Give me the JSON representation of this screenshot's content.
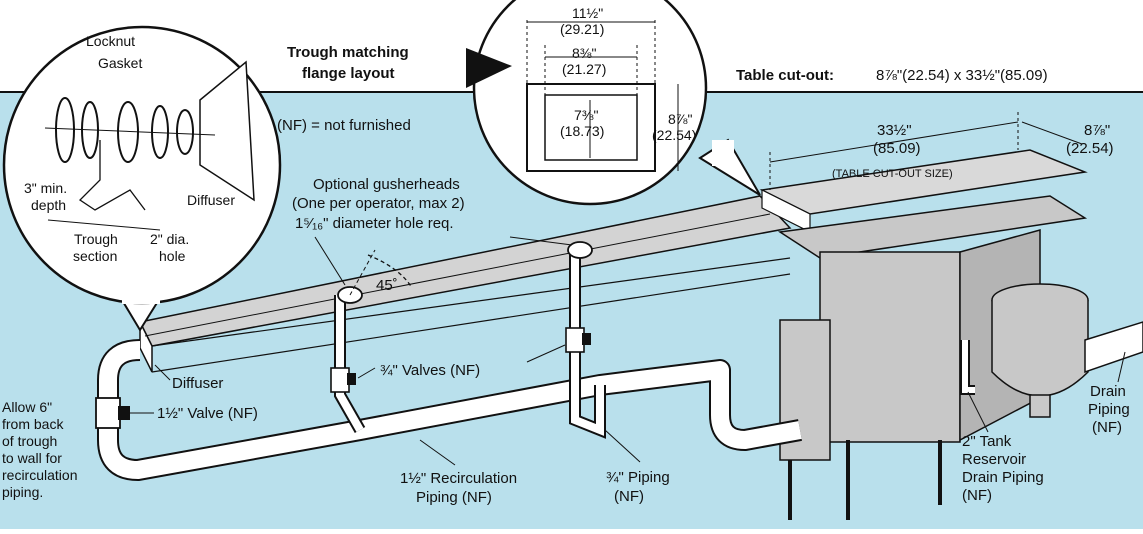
{
  "colors": {
    "water": "#b9e0ec",
    "trough_top": "#d3d3d3",
    "unit_gray": "#c8c8c8",
    "outline": "#111111",
    "paper": "#ffffff"
  },
  "header": {
    "trough_title_line1": "Trough matching",
    "trough_title_line2": "flange layout",
    "cutout_label": "Table cut-out:",
    "cutout_value": "8⅞\"(22.54) x 33½\"(85.09)"
  },
  "callout_left": {
    "locknut": "Locknut",
    "gasket": "Gasket",
    "min_depth_line1": "3\" min.",
    "min_depth_line2": "depth",
    "trough_section_line1": "Trough",
    "trough_section_line2": "section",
    "hole_line1": "2\" dia.",
    "hole_line2": "hole",
    "diffuser": "Diffuser"
  },
  "flange": {
    "top_dim": "11½\"",
    "top_dim_mm": "(29.21)",
    "inner_dim": "8⅜\"",
    "inner_dim_mm": "(21.27)",
    "height_dim": "7⅜\"",
    "height_dim_mm": "(18.73)",
    "side_dim": "8⅞\"",
    "side_dim_mm": "(22.54)"
  },
  "labels": {
    "nf_note": "(NF) = not furnished",
    "gusher_line1": "Optional gusherheads",
    "gusher_line2": "(One per operator, max 2)",
    "gusher_line3": "1⁵⁄₁₆\" diameter hole req.",
    "angle": "45˚",
    "length_dim": "33½\"",
    "length_dim_mm": "(85.09)",
    "width_dim": "8⅞\"",
    "width_dim_mm": "(22.54)",
    "table_cutout_size": "(TABLE CUT-OUT SIZE)",
    "diffuser": "Diffuser",
    "valve_15": "1½\" Valve (NF)",
    "valves_34": "¾\" Valves (NF)",
    "recirc_line1": "1½\" Recirculation",
    "recirc_line2": "Piping (NF)",
    "piping34_line1": "¾\" Piping",
    "piping34_line2": "(NF)",
    "tank_line1": "2\" Tank",
    "tank_line2": "Reservoir",
    "tank_line3": "Drain Piping",
    "tank_line4": "(NF)",
    "drain_line1": "Drain",
    "drain_line2": "Piping",
    "drain_line3": "(NF)",
    "allow_line1": "Allow 6\"",
    "allow_line2": "from back",
    "allow_line3": "of trough",
    "allow_line4": "to wall for",
    "allow_line5": "recirculation",
    "allow_line6": "piping."
  }
}
